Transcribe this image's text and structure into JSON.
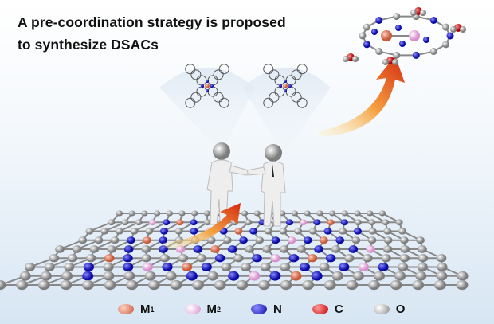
{
  "title": {
    "line1": "A pre-coordination strategy is proposed",
    "line2": "to synthesize DSACs"
  },
  "legend": [
    {
      "label": "M",
      "sub": "1",
      "color": "#e0775c"
    },
    {
      "label": "M",
      "sub": "2",
      "color": "#efb6e6"
    },
    {
      "label": "N",
      "sub": "",
      "color": "#1a1ad8"
    },
    {
      "label": "C",
      "sub": "",
      "color": "#e01010"
    },
    {
      "label": "O",
      "sub": "",
      "color": "#b8b8b8"
    }
  ],
  "colors": {
    "carbon": "#9a9a9a",
    "nitrogen": "#1a1ad8",
    "m1": "#e0775c",
    "m2": "#efb6e6",
    "arrow": "#e24a1a"
  }
}
